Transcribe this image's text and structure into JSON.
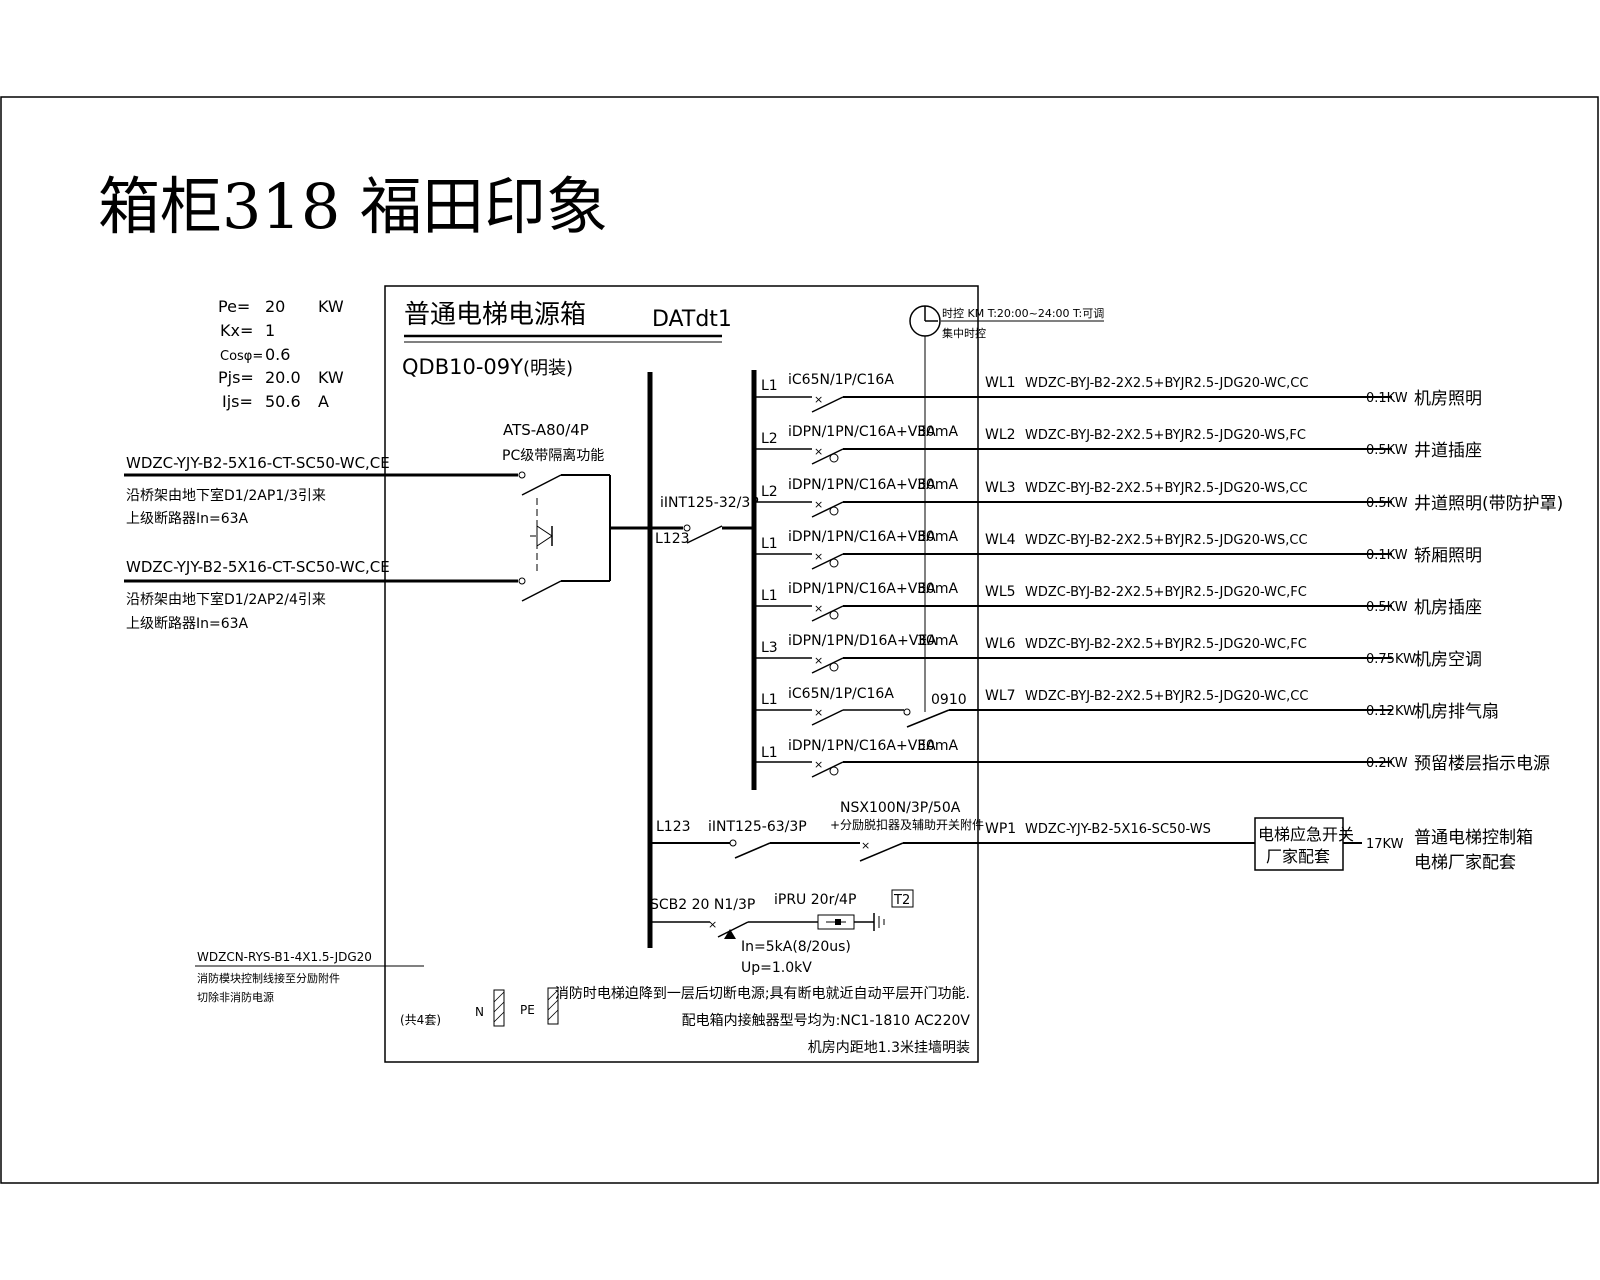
{
  "title": "箱柜318 福田印象",
  "panel": {
    "name": "普通电梯电源箱",
    "code": "DATdt1",
    "model": "QDB10-09Y",
    "mount": "(明装)"
  },
  "params": [
    {
      "label": "Pe=",
      "value": "20",
      "unit": "KW"
    },
    {
      "label": "Kx=",
      "value": "1",
      "unit": ""
    },
    {
      "label": "Cosφ=",
      "value": "0.6",
      "unit": ""
    },
    {
      "label": "Pjs=",
      "value": "20.0",
      "unit": "KW"
    },
    {
      "label": "Ijs=",
      "value": "50.6",
      "unit": "A"
    }
  ],
  "incoming": [
    {
      "cable": "WDZC-YJY-B2-5X16-CT-SC50-WC,CE",
      "note1": "沿桥架由地下室D1/2AP1/3引来",
      "note2": "上级断路器In=63A"
    },
    {
      "cable": "WDZC-YJY-B2-5X16-CT-SC50-WC,CE",
      "note1": "沿桥架由地下室D1/2AP2/4引来",
      "note2": "上级断路器In=63A"
    }
  ],
  "ats": {
    "model": "ATS-A80/4P",
    "note": "PC级带隔离功能"
  },
  "main_switch": {
    "model": "iINT125-32/3P",
    "phase": "L123"
  },
  "timer": {
    "text": "时控 KM T:20:00~24:00 T:可调",
    "note": "集中时控"
  },
  "branches": [
    {
      "phase": "L1",
      "breaker": "iC65N/1P/C16A",
      "rcd": "",
      "circuit": "WL1",
      "cable": "WDZC-BYJ-B2-2X2.5+BYJR2.5-JDG20-WC,CC",
      "power": "0.1KW",
      "load": "机房照明"
    },
    {
      "phase": "L2",
      "breaker": "iDPN/1PN/C16A+VEA",
      "rcd": "30mA",
      "circuit": "WL2",
      "cable": "WDZC-BYJ-B2-2X2.5+BYJR2.5-JDG20-WS,FC",
      "power": "0.5KW",
      "load": "井道插座"
    },
    {
      "phase": "L2",
      "breaker": "iDPN/1PN/C16A+VEA",
      "rcd": "30mA",
      "circuit": "WL3",
      "cable": "WDZC-BYJ-B2-2X2.5+BYJR2.5-JDG20-WS,CC",
      "power": "0.5KW",
      "load": "井道照明(带防护罩)"
    },
    {
      "phase": "L1",
      "breaker": "iDPN/1PN/C16A+VEA",
      "rcd": "30mA",
      "circuit": "WL4",
      "cable": "WDZC-BYJ-B2-2X2.5+BYJR2.5-JDG20-WS,CC",
      "power": "0.1KW",
      "load": "轿厢照明"
    },
    {
      "phase": "L1",
      "breaker": "iDPN/1PN/C16A+VEA",
      "rcd": "30mA",
      "circuit": "WL5",
      "cable": "WDZC-BYJ-B2-2X2.5+BYJR2.5-JDG20-WC,FC",
      "power": "0.5KW",
      "load": "机房插座"
    },
    {
      "phase": "L3",
      "breaker": "iDPN/1PN/D16A+VEA",
      "rcd": "30mA",
      "circuit": "WL6",
      "cable": "WDZC-BYJ-B2-2X2.5+BYJR2.5-JDG20-WC,FC",
      "power": "0.75KW",
      "load": "机房空调"
    },
    {
      "phase": "L1",
      "breaker": "iC65N/1P/C16A",
      "rcd": "0910",
      "circuit": "WL7",
      "cable": "WDZC-BYJ-B2-2X2.5+BYJR2.5-JDG20-WC,CC",
      "power": "0.12KW",
      "load": "机房排气扇"
    },
    {
      "phase": "L1",
      "breaker": "iDPN/1PN/C16A+VEA",
      "rcd": "30mA",
      "circuit": "",
      "cable": "",
      "power": "0.2KW",
      "load": "预留楼层指示电源"
    }
  ],
  "power_branch": {
    "phase": "L123",
    "switch": "iINT125-63/3P",
    "breaker": "NSX100N/3P/50A",
    "breaker_note": "+分励脱扣器及辅助开关附件",
    "circuit": "WP1",
    "cable": "WDZC-YJY-B2-5X16-SC50-WS",
    "box_line1": "电梯应急开关",
    "box_line2": "厂家配套",
    "power": "17KW",
    "load1": "普通电梯控制箱",
    "load2": "电梯厂家配套"
  },
  "spd": {
    "breaker": "SCB2 20 N1/3P",
    "model": "iPRU 20r/4P",
    "tag": "T2",
    "in": "In=5kA(8/20us)",
    "up": "Up=1.0kV"
  },
  "fire_cable": {
    "cable": "WDZCN-RYS-B1-4X1.5-JDG20",
    "note1": "消防模块控制线接至分励附件",
    "note2": "切除非消防电源"
  },
  "bars": {
    "count": "(共4套)",
    "n": "N",
    "pe": "PE"
  },
  "notes": [
    "消防时电梯迫降到一层后切断电源;具有断电就近自动平层开门功能.",
    "配电箱内接触器型号均为:NC1-1810 AC220V",
    "机房内距地1.3米挂墙明装"
  ]
}
